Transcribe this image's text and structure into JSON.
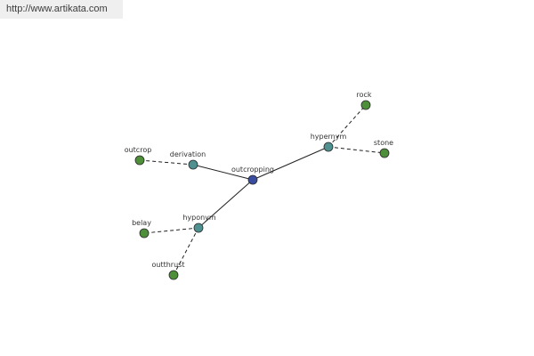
{
  "banner": {
    "url_text": "http://www.artikata.com"
  },
  "colors": {
    "center_node": "#3a4ca0",
    "relation_node": "#4f9090",
    "word_node": "#4e8f3a",
    "node_stroke": "#2a2a2a",
    "edge": "#222222"
  },
  "graph": {
    "nodes": [
      {
        "id": "outcropping",
        "label": "outcropping",
        "kind": "center"
      },
      {
        "id": "derivation",
        "label": "derivation",
        "kind": "relation"
      },
      {
        "id": "hypernym",
        "label": "hypernym",
        "kind": "relation"
      },
      {
        "id": "hyponym",
        "label": "hyponym",
        "kind": "relation"
      },
      {
        "id": "outcrop",
        "label": "outcrop",
        "kind": "word"
      },
      {
        "id": "rock",
        "label": "rock",
        "kind": "word"
      },
      {
        "id": "stone",
        "label": "stone",
        "kind": "word"
      },
      {
        "id": "belay",
        "label": "belay",
        "kind": "word"
      },
      {
        "id": "outthrust",
        "label": "outthrust",
        "kind": "word"
      }
    ],
    "edges": [
      {
        "from": "outcropping",
        "to": "derivation",
        "style": "solid"
      },
      {
        "from": "outcropping",
        "to": "hypernym",
        "style": "solid"
      },
      {
        "from": "outcropping",
        "to": "hyponym",
        "style": "solid"
      },
      {
        "from": "derivation",
        "to": "outcrop",
        "style": "dashed"
      },
      {
        "from": "hypernym",
        "to": "rock",
        "style": "dashed"
      },
      {
        "from": "hypernym",
        "to": "stone",
        "style": "dashed"
      },
      {
        "from": "hyponym",
        "to": "belay",
        "style": "dashed"
      },
      {
        "from": "hyponym",
        "to": "outthrust",
        "style": "dashed"
      }
    ]
  }
}
